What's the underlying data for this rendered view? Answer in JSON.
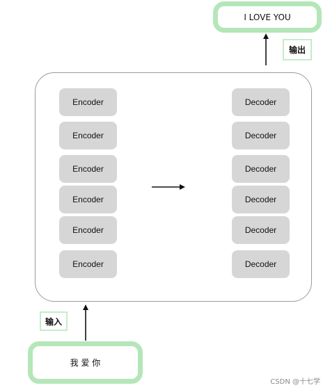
{
  "output_box": {
    "text": "I LOVE YOU"
  },
  "output_tag": {
    "text": "输出"
  },
  "input_box": {
    "text": "我 爱 你"
  },
  "input_tag": {
    "text": "输入"
  },
  "encoders": [
    "Encoder",
    "Encoder",
    "Encoder",
    "Encoder",
    "Encoder",
    "Encoder"
  ],
  "decoders": [
    "Decoder",
    "Decoder",
    "Decoder",
    "Decoder",
    "Decoder",
    "Decoder"
  ],
  "watermark": "CSDN @十七学",
  "colors": {
    "io_border": "#b5e6b9",
    "block_fill": "#d6d6d6",
    "frame_border": "#9a9a9a"
  }
}
